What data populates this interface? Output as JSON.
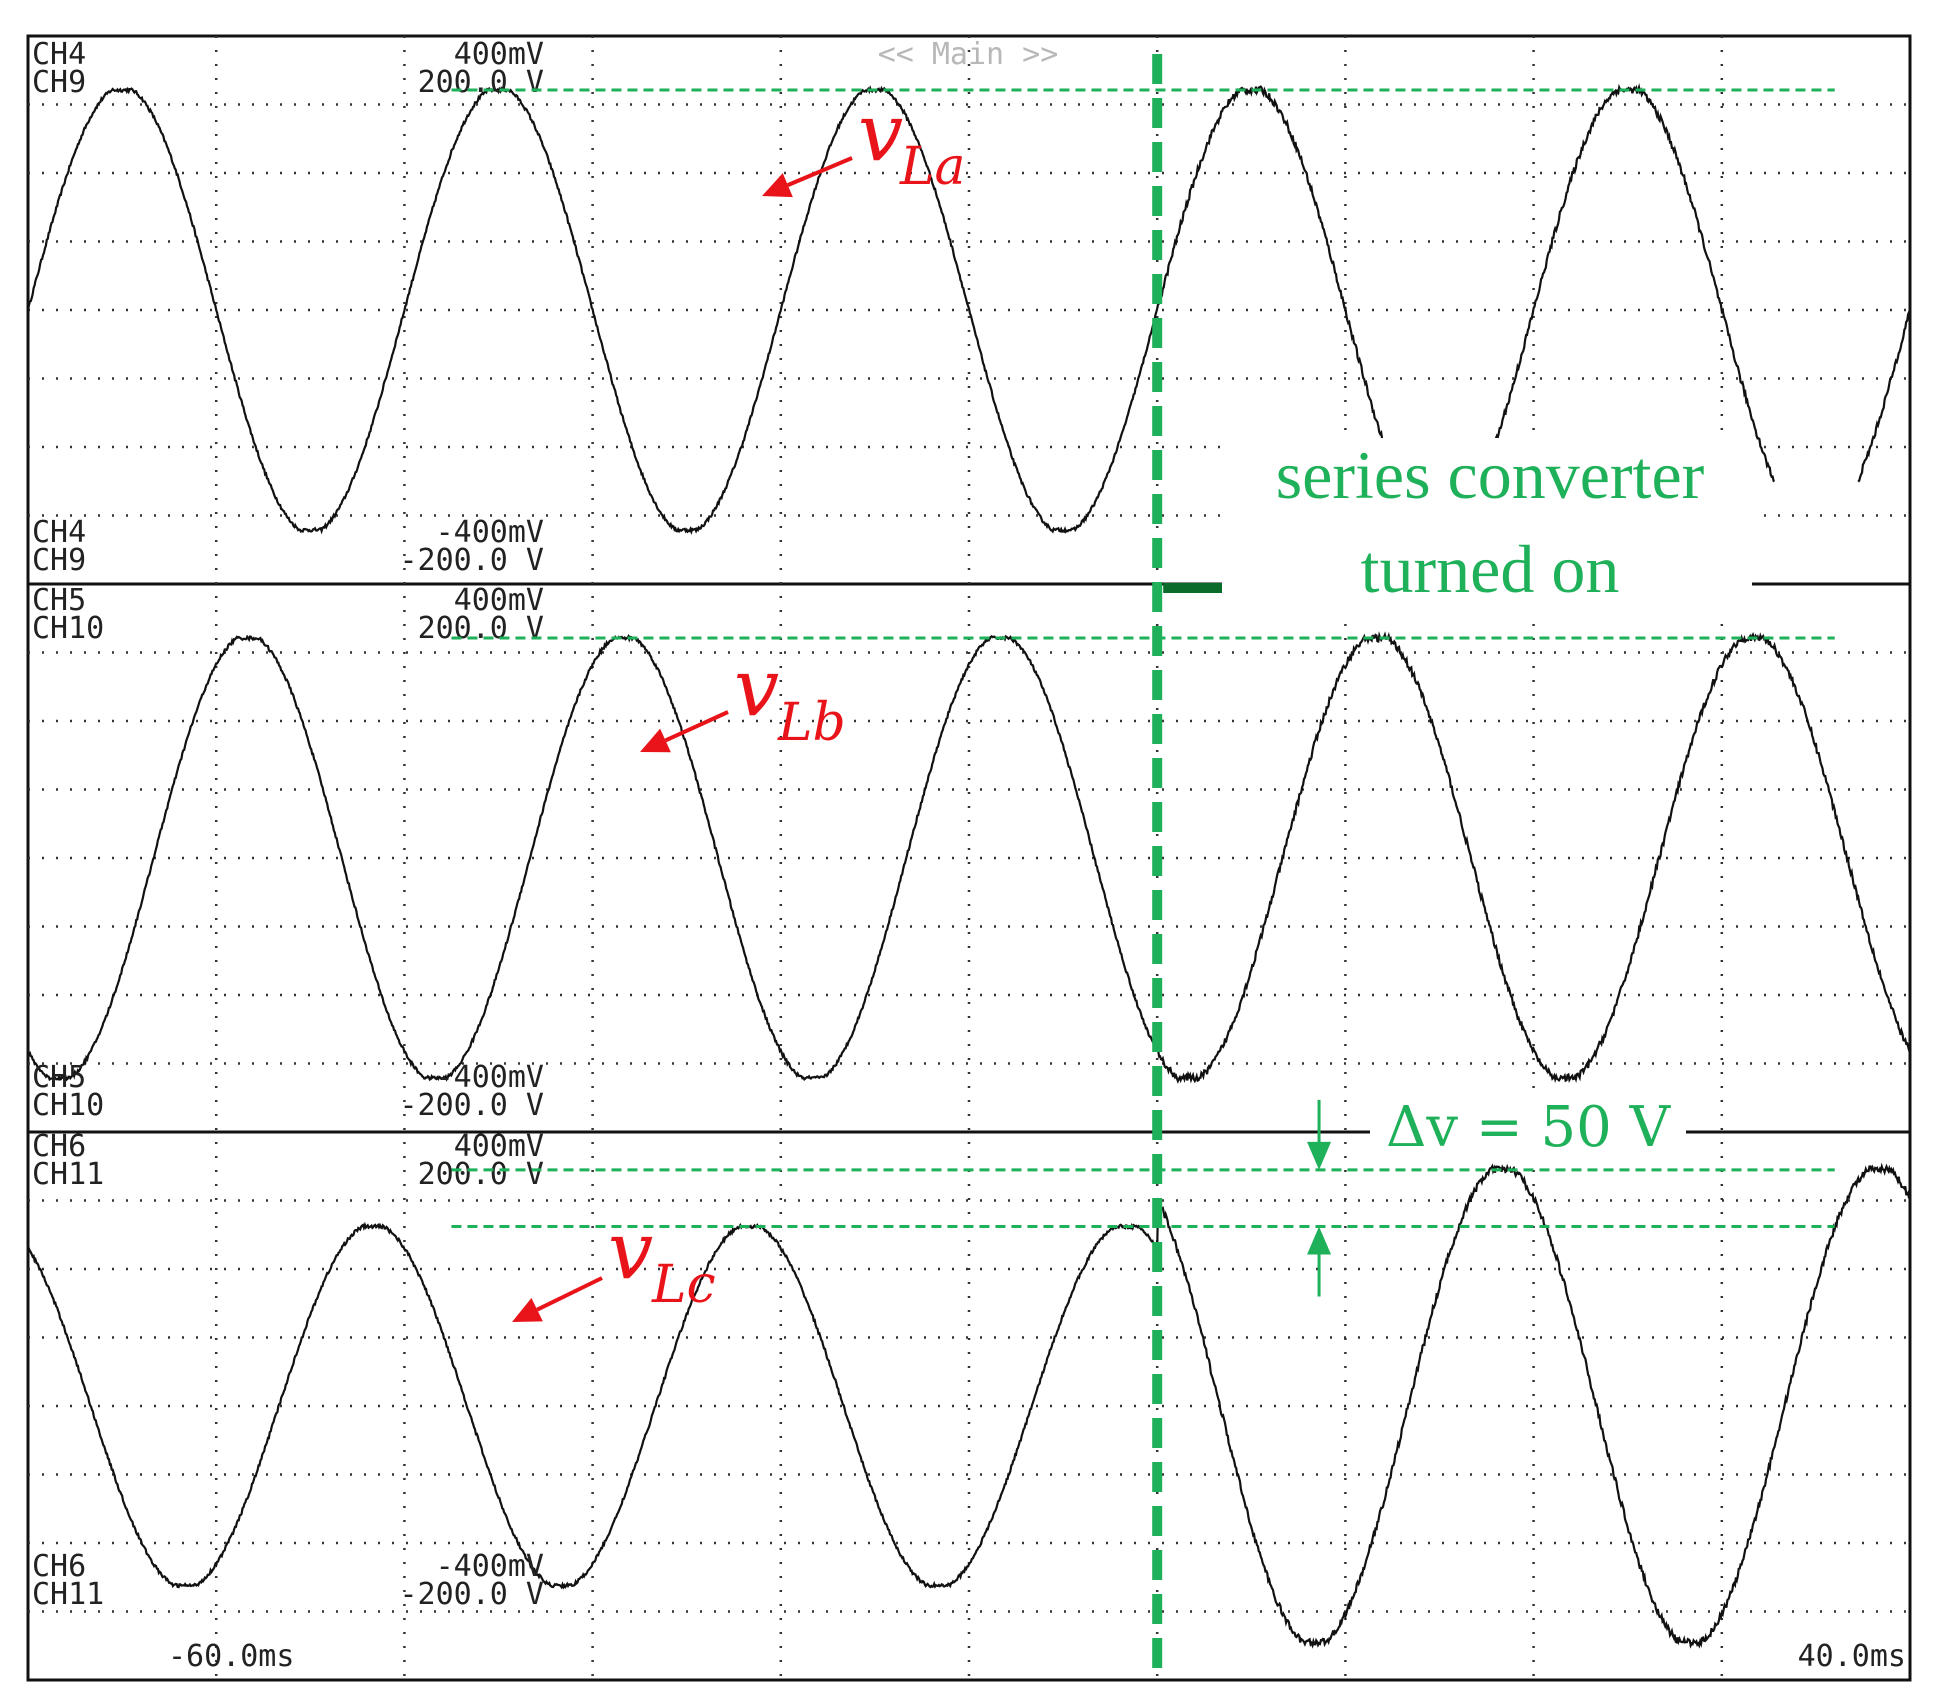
{
  "chart_data": {
    "type": "line",
    "title": "",
    "xlabel": "",
    "ylabel": "",
    "top_label": "<< Main >>",
    "time_range": {
      "start_label": "-60.0ms",
      "end_label": "40.0ms",
      "start_ms": -60,
      "end_ms": 40
    },
    "grid": true,
    "panels": [
      {
        "channels": [
          "CH4",
          "CH9"
        ],
        "top_scales": [
          "400mV",
          "200.0 V"
        ],
        "bottom_scales": [
          "-400mV",
          "-200.0 V"
        ],
        "ylim": [
          -200,
          200
        ],
        "series": [
          {
            "name": "vLa",
            "phase_deg": 0,
            "amplitude_before": 163,
            "amplitude_after": 163,
            "gap_after_switch": true
          }
        ]
      },
      {
        "channels": [
          "CH5",
          "CH10"
        ],
        "top_scales": [
          "400mV",
          "200.0 V"
        ],
        "bottom_scales": [
          "-400mV",
          "-200.0 V"
        ],
        "ylim": [
          -200,
          200
        ],
        "series": [
          {
            "name": "vLb",
            "phase_deg": -120,
            "amplitude_before": 163,
            "amplitude_after": 163,
            "gap_after_switch": false
          }
        ]
      },
      {
        "channels": [
          "CH6",
          "CH11"
        ],
        "top_scales": [
          "400mV",
          "200.0 V"
        ],
        "bottom_scales": [
          "-400mV",
          "-200.0 V"
        ],
        "ylim": [
          -200,
          200
        ],
        "series": [
          {
            "name": "vLc",
            "phase_deg": 120,
            "amplitude_before": 133,
            "amplitude_after": 175,
            "gap_after_switch": false
          }
        ]
      }
    ],
    "frequency_hz": 50,
    "switch_time_ms": 0,
    "annotations": {
      "switch_line1": "series converter",
      "switch_line2": "turned on",
      "delta_label": "Δv = 50 V",
      "labels": [
        {
          "series": "vLa",
          "text_main": "v",
          "text_sub": "La"
        },
        {
          "series": "vLb",
          "text_main": "v",
          "text_sub": "Lb"
        },
        {
          "series": "vLc",
          "text_main": "v",
          "text_sub": "Lc"
        }
      ]
    },
    "colors": {
      "trace": "#111111",
      "annotation_red": "#e8141a",
      "annotation_green": "#1fb05a",
      "arrow_dark": "#0b6b2a",
      "grid": "#333333"
    }
  }
}
